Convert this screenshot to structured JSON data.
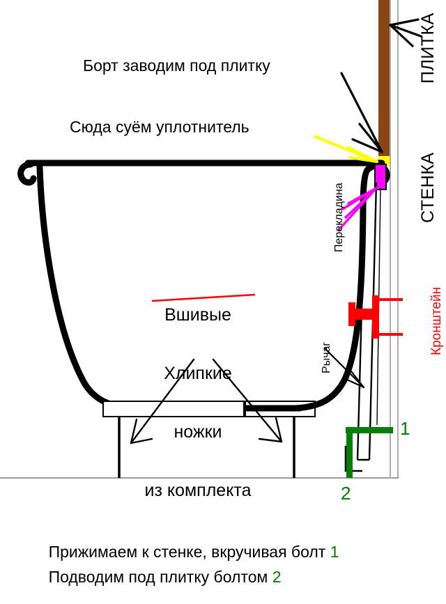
{
  "diagram": {
    "title_annotations": {
      "rim_under_tile": "Борт заводим под плитку",
      "insert_seal_here": "Сюда суём уплотнитель"
    },
    "wall_labels": {
      "tile": "ПЛИТКА",
      "wall": "СТЕНКА",
      "bracket": "Кронштейн"
    },
    "part_labels": {
      "crossbar": "Перекладина",
      "lever": "Рычаг"
    },
    "legs_note": {
      "line1": "Вшивые",
      "line2_struck": "Хлипкие",
      "line3": "ножки",
      "line4": "из комплекта"
    },
    "markers": {
      "bolt_one": "1",
      "bolt_two": "2"
    },
    "captions": {
      "line1_text": "Прижимаем к стенке, вкручивая болт ",
      "line1_num": "1",
      "line2_text": "Подводим под плитку болтом ",
      "line2_num": "2"
    },
    "colors": {
      "tile_brown": "#8B4513",
      "seal_magenta": "#FF00FF",
      "seal_yellow": "#FFFF00",
      "bracket_red": "#FF0000",
      "bolt_green": "#008000",
      "tub_black": "#000000",
      "frame_gray": "#888888"
    }
  }
}
